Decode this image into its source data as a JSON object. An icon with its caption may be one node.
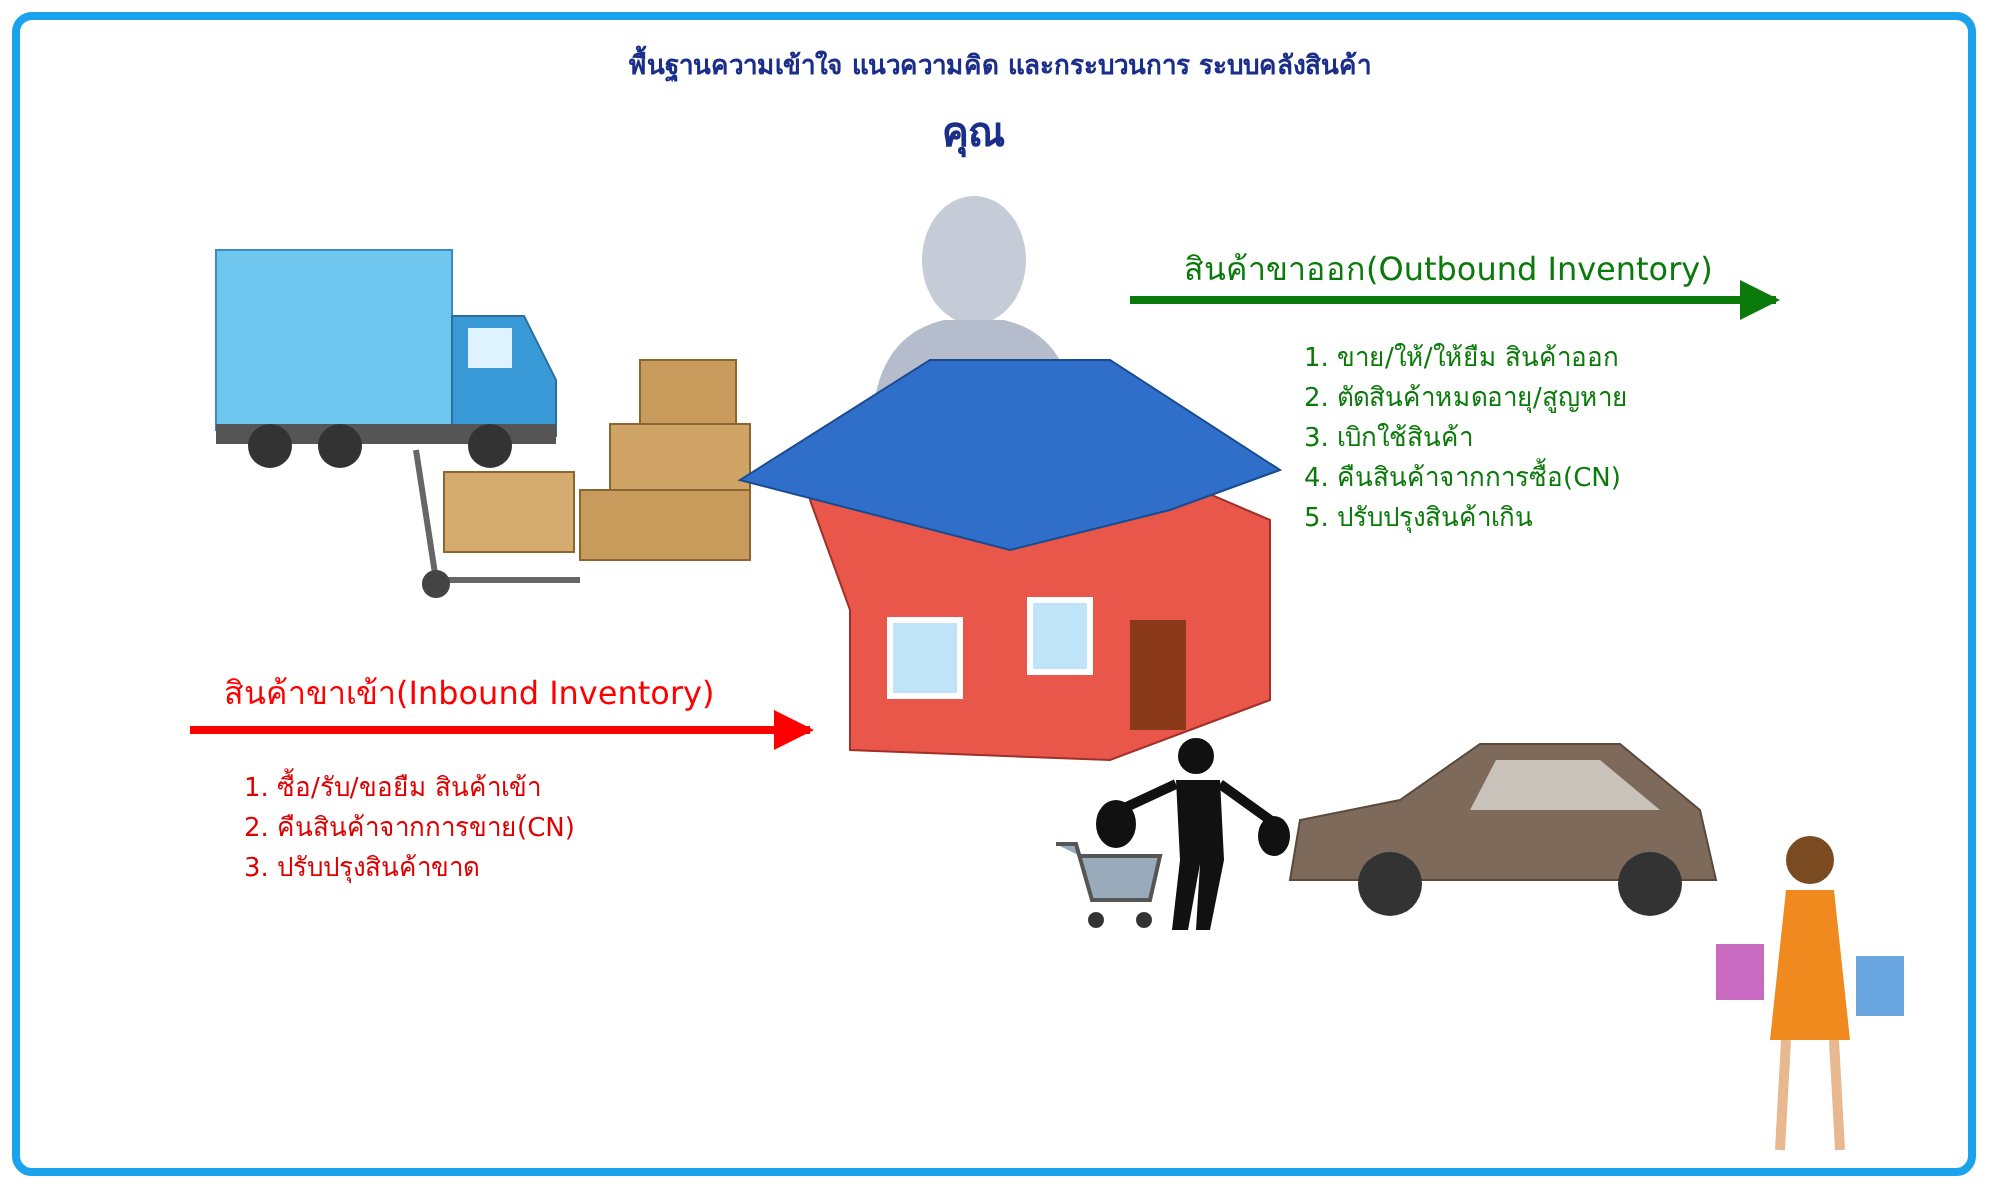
{
  "diagram": {
    "title": "พื้นฐานความเข้าใจ แนวความคิด และกระบวนการ ระบบคลังสินค้า",
    "nodes": [
      {
        "text": [
          "คุณ"
        ]
      },
      {
        "text": [],
        "shape": "picture"
      }
    ],
    "edges": [
      {
        "from": null,
        "to": 1,
        "arrow": "to",
        "label": "สินค้าขาเข้า(Inbound Inventory)",
        "color": "#ff0000"
      },
      {
        "from": 1,
        "to": null,
        "arrow": "to",
        "label": "สินค้าขาออก(Outbound Inventory)",
        "color": "#0a7a0a"
      }
    ],
    "labels": [
      "1. ขาย/ให้/ให้ยืม สินค้าออก",
      "2. ตัดสินค้าหมดอายุ/สูญหาย",
      "3. เบิกใช้สินค้า",
      "4. คืนสินค้าจากการซื้อ(CN)",
      "5. ปรับปรุงสินค้าเกิน",
      "1. ซื้อ/รับ/ขอยืม สินค้าเข้า",
      "2. คืนสินค้าจากการขาย(CN)",
      "3. ปรับปรุงสินค้าขาด"
    ]
  }
}
